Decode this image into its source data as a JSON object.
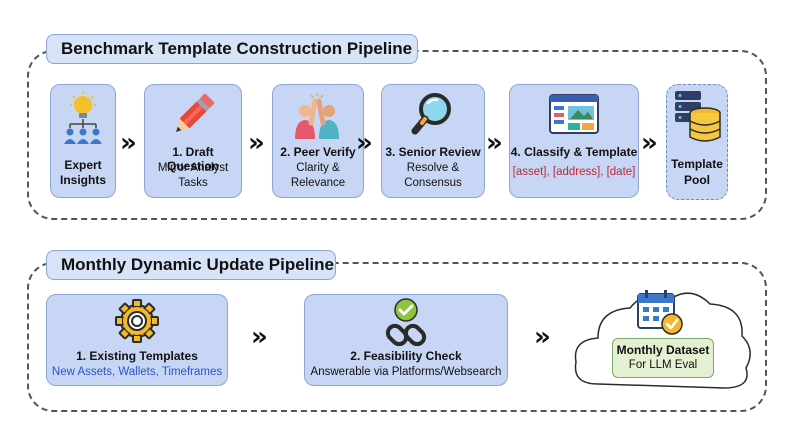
{
  "pipeline1": {
    "title": "Benchmark Template Construction Pipeline",
    "steps": [
      {
        "title": "Expert",
        "title2": "Insights",
        "icon": "expert-insights-icon"
      },
      {
        "title": "1. Draft Question",
        "desc1": "Mirror Analyst",
        "desc2": "Tasks",
        "icon": "pencil-icon"
      },
      {
        "title": "2. Peer Verify",
        "desc1": "Clarity &",
        "desc2": "Relevance",
        "icon": "high-five-icon"
      },
      {
        "title": "3. Senior Review",
        "desc1": "Resolve &",
        "desc2": "Consensus",
        "icon": "magnifier-icon"
      },
      {
        "title": "4. Classify & Template",
        "desc1": "[asset], [address], [date]",
        "icon": "template-icon"
      },
      {
        "title": "Template",
        "title2": "Pool",
        "icon": "database-icon"
      }
    ],
    "arrow": "»"
  },
  "pipeline2": {
    "title": "Monthly Dynamic Update Pipeline",
    "steps": [
      {
        "title": "1. Existing Templates",
        "desc1": "New Assets, Wallets, Timeframes",
        "icon": "gear-icon"
      },
      {
        "title": "2. Feasibility Check",
        "desc1": "Answerable via Platforms/Websearch",
        "icon": "link-check-icon"
      },
      {
        "title": "Monthly Dataset",
        "desc1": "For LLM Eval",
        "icon": "calendar-check-icon"
      }
    ],
    "arrow": "»"
  },
  "colors": {
    "card_fill": "#c7d6f4",
    "card_border": "#8da6d8",
    "title_fill": "#d7e3f7",
    "accent_blue": "#2a55c8",
    "accent_red": "#c0262d",
    "check_green": "#8cc63f",
    "dataset_fill": "#e3f0d2"
  }
}
